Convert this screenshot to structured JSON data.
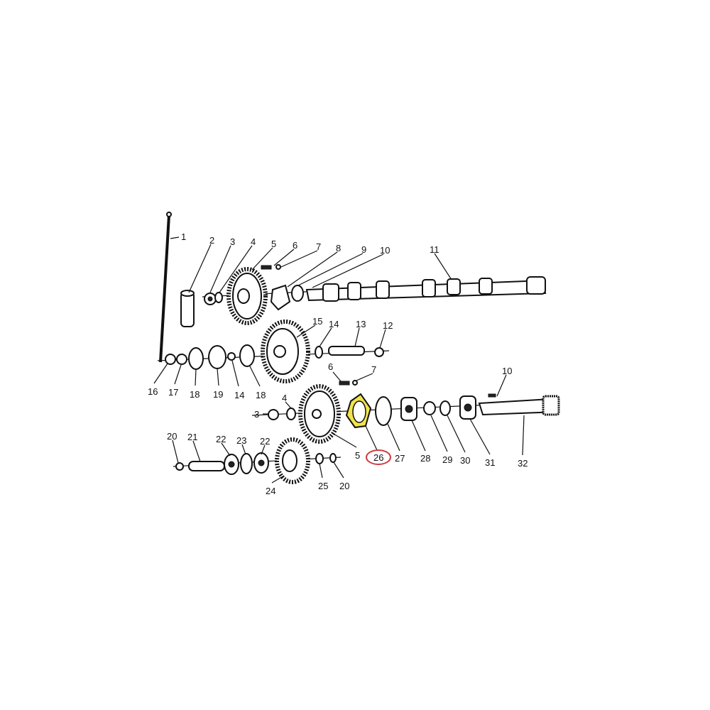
{
  "diagram": {
    "highlight_color": "#f0e44a",
    "callout_color": "#d0393f",
    "highlighted_part": "26",
    "labels": [
      {
        "id": "l1",
        "text": "1"
      },
      {
        "id": "l2",
        "text": "2"
      },
      {
        "id": "l3",
        "text": "3"
      },
      {
        "id": "l4",
        "text": "4"
      },
      {
        "id": "l5",
        "text": "5"
      },
      {
        "id": "l6",
        "text": "6"
      },
      {
        "id": "l7",
        "text": "7"
      },
      {
        "id": "l8",
        "text": "8"
      },
      {
        "id": "l9",
        "text": "9"
      },
      {
        "id": "l10",
        "text": "10"
      },
      {
        "id": "l11",
        "text": "11"
      },
      {
        "id": "l15",
        "text": "15"
      },
      {
        "id": "l14a",
        "text": "14"
      },
      {
        "id": "l13",
        "text": "13"
      },
      {
        "id": "l12",
        "text": "12"
      },
      {
        "id": "l16",
        "text": "16"
      },
      {
        "id": "l17",
        "text": "17"
      },
      {
        "id": "l18a",
        "text": "18"
      },
      {
        "id": "l19",
        "text": "19"
      },
      {
        "id": "l14b",
        "text": "14"
      },
      {
        "id": "l18b",
        "text": "18"
      },
      {
        "id": "l6b",
        "text": "6"
      },
      {
        "id": "l7b",
        "text": "7"
      },
      {
        "id": "l4b",
        "text": "4"
      },
      {
        "id": "l3b",
        "text": "3"
      },
      {
        "id": "l5b",
        "text": "5"
      },
      {
        "id": "l26",
        "text": "26"
      },
      {
        "id": "l27",
        "text": "27"
      },
      {
        "id": "l28",
        "text": "28"
      },
      {
        "id": "l29",
        "text": "29"
      },
      {
        "id": "l30",
        "text": "30"
      },
      {
        "id": "l31",
        "text": "31"
      },
      {
        "id": "l32",
        "text": "32"
      },
      {
        "id": "l10b",
        "text": "10"
      },
      {
        "id": "l20a",
        "text": "20"
      },
      {
        "id": "l21",
        "text": "21"
      },
      {
        "id": "l22a",
        "text": "22"
      },
      {
        "id": "l23",
        "text": "23"
      },
      {
        "id": "l22b",
        "text": "22"
      },
      {
        "id": "l24",
        "text": "24"
      },
      {
        "id": "l25",
        "text": "25"
      },
      {
        "id": "l20b",
        "text": "20"
      }
    ]
  }
}
